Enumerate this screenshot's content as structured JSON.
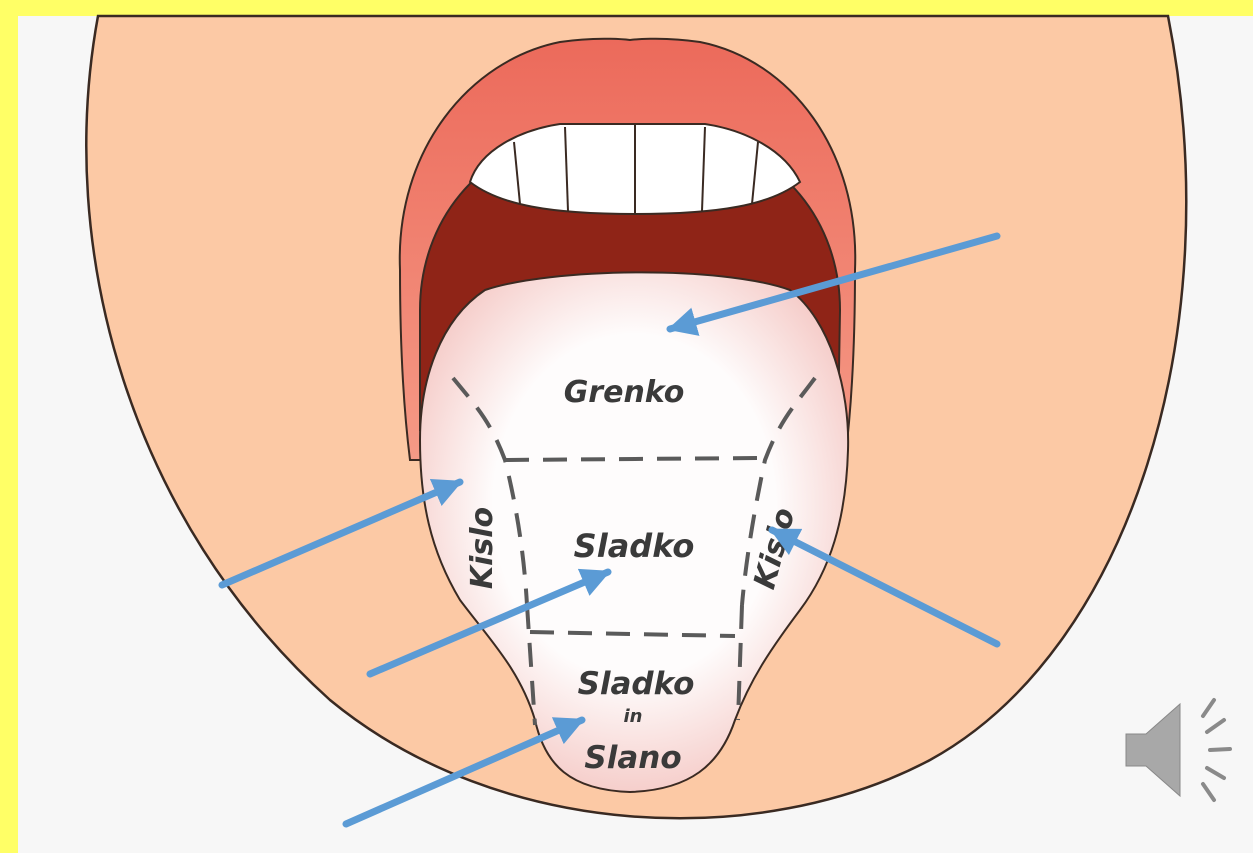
{
  "colors": {
    "frame": "#ffff66",
    "panel": "#f7f7f7",
    "face": "#fcc9a5",
    "face_outline": "#3a2a22",
    "lips": "#f07d6b",
    "mouth_interior": "#8f2417",
    "teeth": "#ffffff",
    "tongue": "#fdfbfb",
    "tongue_edge": "#f2b8b4",
    "dashes": "#5a5a5a",
    "arrows": "#5b9bd5",
    "speaker": "#a8a8a8"
  },
  "labels": {
    "bitter": "Grenko",
    "sour_left": "Kislo",
    "sour_right": "Kislo",
    "sweet": "Sladko",
    "tip_line1": "Sladko",
    "tip_line2": "in",
    "tip_line3": "Slano"
  },
  "icons": {
    "arrow": "arrow-icon",
    "audio": "speaker-icon"
  }
}
